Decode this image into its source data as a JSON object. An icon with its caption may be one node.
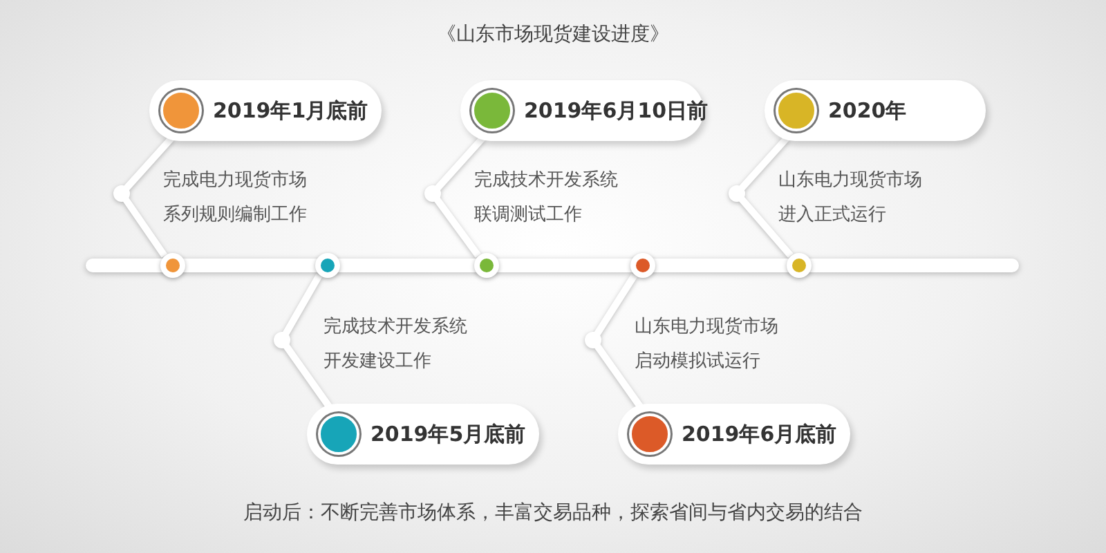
{
  "diagram": {
    "title": "《山东市场现货建设进度》",
    "nodes": [
      {
        "text": [
          "2019年1月底前"
        ],
        "beside": [
          "完成电力现货市场系列规则编制工作"
        ]
      },
      {
        "text": [
          "2019年5月底前"
        ],
        "beside": [
          "完成技术开发系统开发建设工作"
        ]
      },
      {
        "text": [
          "2019年6月10日前"
        ],
        "beside": [
          "完成技术开发系统联调测试工作"
        ]
      },
      {
        "text": [
          "2019年6月底前"
        ],
        "beside": [
          "山东电力现货市场启动模拟试运行"
        ]
      },
      {
        "text": [
          "2020年"
        ],
        "beside": [
          "山东电力现货市场进入正式运行"
        ]
      },
      {
        "text": [],
        "shape": "circle"
      },
      {
        "text": [],
        "shape": "circle"
      },
      {
        "text": [],
        "shape": "circle"
      },
      {
        "text": [],
        "shape": "circle"
      },
      {
        "text": [],
        "shape": "circle"
      }
    ],
    "edges": [
      {
        "from": 0,
        "to": 5,
        "arrow": "none"
      },
      {
        "from": 1,
        "to": 6,
        "arrow": "none"
      },
      {
        "from": 2,
        "to": 7,
        "arrow": "none"
      },
      {
        "from": 3,
        "to": 8,
        "arrow": "none"
      },
      {
        "from": 4,
        "to": 9,
        "arrow": "none"
      }
    ],
    "caption": "启动后：不断完善市场体系，丰富交易品种，探索省间与省内交易的结合"
  }
}
